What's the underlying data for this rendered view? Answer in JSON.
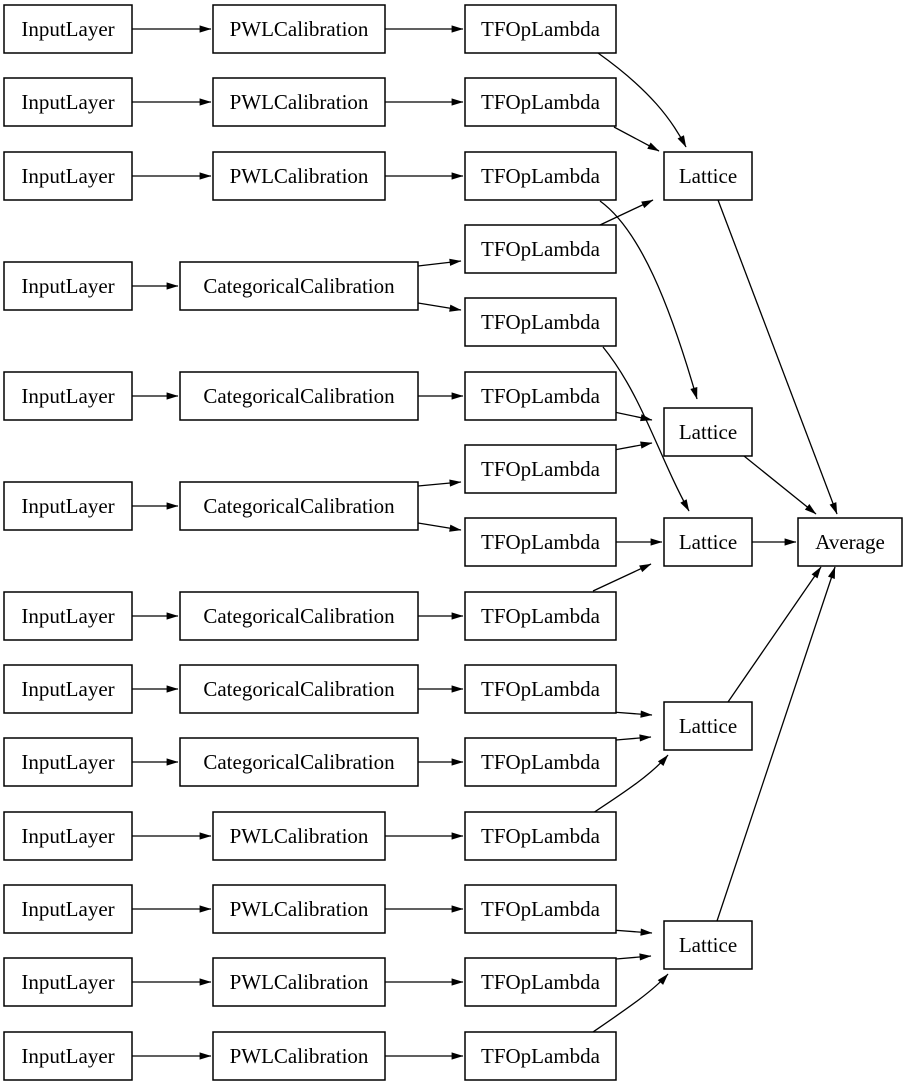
{
  "colors": {
    "background": "#ffffff",
    "node_fill": "#ffffff",
    "node_border": "#000000",
    "edge": "#000000",
    "text": "#000000"
  },
  "graph": {
    "nodes": [
      {
        "id": "in1",
        "label": "InputLayer",
        "type": "input"
      },
      {
        "id": "in2",
        "label": "InputLayer",
        "type": "input"
      },
      {
        "id": "in3",
        "label": "InputLayer",
        "type": "input"
      },
      {
        "id": "in4",
        "label": "InputLayer",
        "type": "input"
      },
      {
        "id": "in5",
        "label": "InputLayer",
        "type": "input"
      },
      {
        "id": "in6",
        "label": "InputLayer",
        "type": "input"
      },
      {
        "id": "in7",
        "label": "InputLayer",
        "type": "input"
      },
      {
        "id": "in8",
        "label": "InputLayer",
        "type": "input"
      },
      {
        "id": "in9",
        "label": "InputLayer",
        "type": "input"
      },
      {
        "id": "in10",
        "label": "InputLayer",
        "type": "input"
      },
      {
        "id": "in11",
        "label": "InputLayer",
        "type": "input"
      },
      {
        "id": "in12",
        "label": "InputLayer",
        "type": "input"
      },
      {
        "id": "in13",
        "label": "InputLayer",
        "type": "input"
      },
      {
        "id": "cal1",
        "label": "PWLCalibration",
        "type": "pwl-calibration"
      },
      {
        "id": "cal2",
        "label": "PWLCalibration",
        "type": "pwl-calibration"
      },
      {
        "id": "cal3",
        "label": "PWLCalibration",
        "type": "pwl-calibration"
      },
      {
        "id": "cal4",
        "label": "CategoricalCalibration",
        "type": "categorical-calibration"
      },
      {
        "id": "cal5",
        "label": "CategoricalCalibration",
        "type": "categorical-calibration"
      },
      {
        "id": "cal6",
        "label": "CategoricalCalibration",
        "type": "categorical-calibration"
      },
      {
        "id": "cal7",
        "label": "CategoricalCalibration",
        "type": "categorical-calibration"
      },
      {
        "id": "cal8",
        "label": "CategoricalCalibration",
        "type": "categorical-calibration"
      },
      {
        "id": "cal9",
        "label": "CategoricalCalibration",
        "type": "categorical-calibration"
      },
      {
        "id": "cal10",
        "label": "PWLCalibration",
        "type": "pwl-calibration"
      },
      {
        "id": "cal11",
        "label": "PWLCalibration",
        "type": "pwl-calibration"
      },
      {
        "id": "cal12",
        "label": "PWLCalibration",
        "type": "pwl-calibration"
      },
      {
        "id": "cal13",
        "label": "PWLCalibration",
        "type": "pwl-calibration"
      },
      {
        "id": "tf1",
        "label": "TFOpLambda",
        "type": "tf-op-lambda"
      },
      {
        "id": "tf2",
        "label": "TFOpLambda",
        "type": "tf-op-lambda"
      },
      {
        "id": "tf3",
        "label": "TFOpLambda",
        "type": "tf-op-lambda"
      },
      {
        "id": "tf4",
        "label": "TFOpLambda",
        "type": "tf-op-lambda"
      },
      {
        "id": "tf5",
        "label": "TFOpLambda",
        "type": "tf-op-lambda"
      },
      {
        "id": "tf6",
        "label": "TFOpLambda",
        "type": "tf-op-lambda"
      },
      {
        "id": "tf7",
        "label": "TFOpLambda",
        "type": "tf-op-lambda"
      },
      {
        "id": "tf8",
        "label": "TFOpLambda",
        "type": "tf-op-lambda"
      },
      {
        "id": "tf9",
        "label": "TFOpLambda",
        "type": "tf-op-lambda"
      },
      {
        "id": "tf10",
        "label": "TFOpLambda",
        "type": "tf-op-lambda"
      },
      {
        "id": "tf11",
        "label": "TFOpLambda",
        "type": "tf-op-lambda"
      },
      {
        "id": "tf12",
        "label": "TFOpLambda",
        "type": "tf-op-lambda"
      },
      {
        "id": "tf13",
        "label": "TFOpLambda",
        "type": "tf-op-lambda"
      },
      {
        "id": "tf14",
        "label": "TFOpLambda",
        "type": "tf-op-lambda"
      },
      {
        "id": "tf15",
        "label": "TFOpLambda",
        "type": "tf-op-lambda"
      },
      {
        "id": "lat1",
        "label": "Lattice",
        "type": "lattice"
      },
      {
        "id": "lat2",
        "label": "Lattice",
        "type": "lattice"
      },
      {
        "id": "lat3",
        "label": "Lattice",
        "type": "lattice"
      },
      {
        "id": "lat4",
        "label": "Lattice",
        "type": "lattice"
      },
      {
        "id": "lat5",
        "label": "Lattice",
        "type": "lattice"
      },
      {
        "id": "avg",
        "label": "Average",
        "type": "average"
      }
    ],
    "edges": [
      [
        "in1",
        "cal1"
      ],
      [
        "in2",
        "cal2"
      ],
      [
        "in3",
        "cal3"
      ],
      [
        "in4",
        "cal4"
      ],
      [
        "in5",
        "cal5"
      ],
      [
        "in6",
        "cal6"
      ],
      [
        "in7",
        "cal7"
      ],
      [
        "in8",
        "cal8"
      ],
      [
        "in9",
        "cal9"
      ],
      [
        "in10",
        "cal10"
      ],
      [
        "in11",
        "cal11"
      ],
      [
        "in12",
        "cal12"
      ],
      [
        "in13",
        "cal13"
      ],
      [
        "cal1",
        "tf1"
      ],
      [
        "cal2",
        "tf2"
      ],
      [
        "cal3",
        "tf3"
      ],
      [
        "cal4",
        "tf4"
      ],
      [
        "cal4",
        "tf5"
      ],
      [
        "cal5",
        "tf6"
      ],
      [
        "cal6",
        "tf7"
      ],
      [
        "cal6",
        "tf8"
      ],
      [
        "cal7",
        "tf9"
      ],
      [
        "cal8",
        "tf10"
      ],
      [
        "cal9",
        "tf11"
      ],
      [
        "cal10",
        "tf12"
      ],
      [
        "cal11",
        "tf13"
      ],
      [
        "cal12",
        "tf14"
      ],
      [
        "cal13",
        "tf15"
      ],
      [
        "tf1",
        "lat1"
      ],
      [
        "tf2",
        "lat1"
      ],
      [
        "tf4",
        "lat1"
      ],
      [
        "tf3",
        "lat2"
      ],
      [
        "tf6",
        "lat2"
      ],
      [
        "tf7",
        "lat2"
      ],
      [
        "tf5",
        "lat3"
      ],
      [
        "tf8",
        "lat3"
      ],
      [
        "tf9",
        "lat3"
      ],
      [
        "tf10",
        "lat4"
      ],
      [
        "tf11",
        "lat4"
      ],
      [
        "tf12",
        "lat4"
      ],
      [
        "tf13",
        "lat5"
      ],
      [
        "tf14",
        "lat5"
      ],
      [
        "tf15",
        "lat5"
      ],
      [
        "lat1",
        "avg"
      ],
      [
        "lat2",
        "avg"
      ],
      [
        "lat3",
        "avg"
      ],
      [
        "lat4",
        "avg"
      ],
      [
        "lat5",
        "avg"
      ]
    ]
  }
}
